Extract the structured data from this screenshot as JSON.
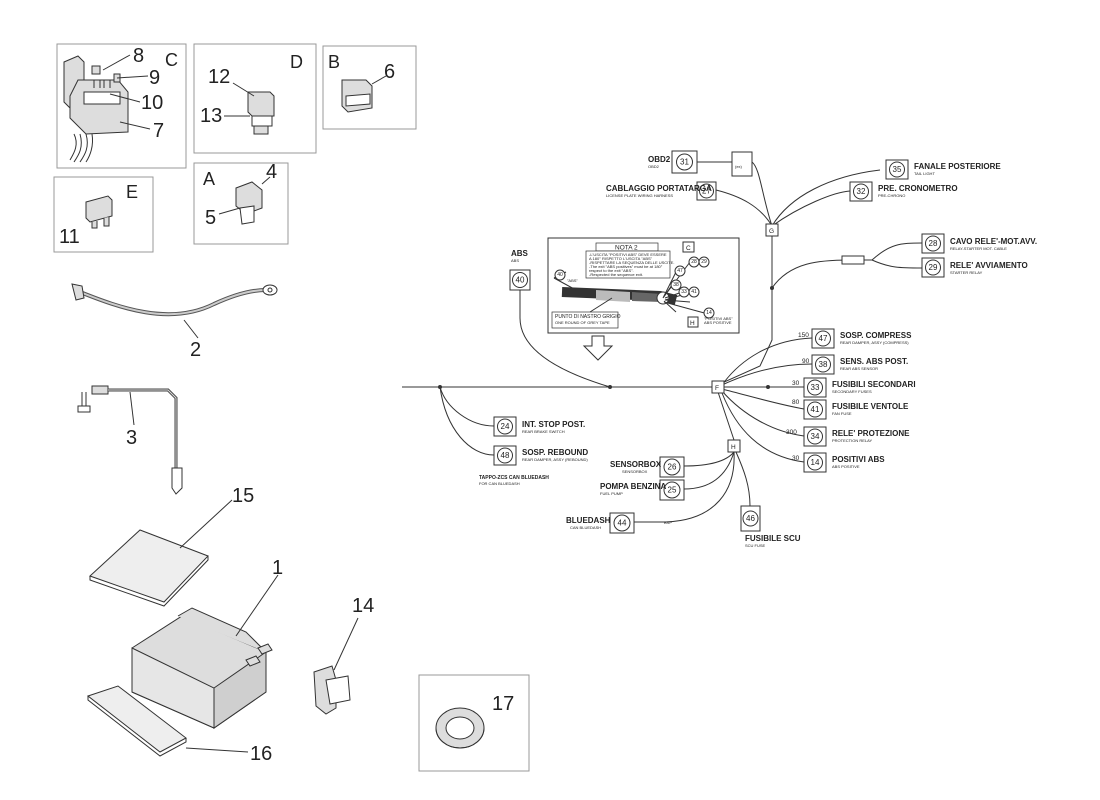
{
  "parts": {
    "p1": "1",
    "p2": "2",
    "p3": "3",
    "p4": "4",
    "p5": "5",
    "p6": "6",
    "p7": "7",
    "p8": "8",
    "p9": "9",
    "p10": "10",
    "p11": "11",
    "p12": "12",
    "p13": "13",
    "p14": "14",
    "p15": "15",
    "p16": "16",
    "p17": "17"
  },
  "groups": {
    "A": "A",
    "B": "B",
    "C": "C",
    "D": "D",
    "E": "E"
  },
  "nodes": {
    "G": "G",
    "F": "F",
    "H": "H"
  },
  "connectors": [
    {
      "num": "31",
      "label": "OBD2",
      "sub": "OBD2"
    },
    {
      "num": "27",
      "label": "CABLAGGIO PORTATARGA",
      "sub": "LICENSE PLATE WIRING HARNESS"
    },
    {
      "num": "35",
      "label": "FANALE POSTERIORE",
      "sub": "TAIL LIGHT"
    },
    {
      "num": "32",
      "label": "PRE. CRONOMETRO",
      "sub": "PRE-CHRONO"
    },
    {
      "num": "28",
      "label": "CAVO RELE'-MOT.AVV.",
      "sub": "RELAY-STARTER MOT. CABLE"
    },
    {
      "num": "29",
      "label": "RELE' AVVIAMENTO",
      "sub": "STARTER RELAY"
    },
    {
      "num": "40",
      "label": "ABS",
      "sub": "ABS"
    },
    {
      "num": "47",
      "label": "SOSP. COMPRESS",
      "sub": "REAR DAMPER, ASSY (COMPRESS)",
      "len": "150"
    },
    {
      "num": "38",
      "label": "SENS. ABS POST.",
      "sub": "REAR ABS SENSOR",
      "len": "90"
    },
    {
      "num": "33",
      "label": "FUSIBILI SECONDARI",
      "sub": "SECONDARY FUSES",
      "len": "30"
    },
    {
      "num": "41",
      "label": "FUSIBILE VENTOLE",
      "sub": "FAN FUSE",
      "len": "80"
    },
    {
      "num": "34",
      "label": "RELE' PROTEZIONE",
      "sub": "PROTECTION RELAY",
      "len": "300"
    },
    {
      "num": "14",
      "label": "POSITIVI ABS",
      "sub": "ABS POSITIVE",
      "len": "30"
    },
    {
      "num": "24",
      "label": "INT. STOP POST.",
      "sub": "REAR BRAKE SWITCH"
    },
    {
      "num": "48",
      "label": "SOSP. REBOUND",
      "sub": "REAR DAMPER, ASSY (REBOUND)"
    },
    {
      "num": "26",
      "label": "SENSORBOX",
      "sub": "SENSORBOX"
    },
    {
      "num": "25",
      "label": "POMPA BENZINA",
      "sub": "FUEL PUMP"
    },
    {
      "num": "44",
      "label": "BLUEDASH",
      "sub": "CAN BLUEDASH"
    },
    {
      "num": "46",
      "label": "FUSIBILE SCU",
      "sub": "SCU FUSE"
    }
  ],
  "notes": {
    "tappo": "TAPPO-ZCS CAN BLUEDASH",
    "tappo_sub": "FOR CAN BLUEDASH",
    "obd_box": "(ex)",
    "bluedash_tag": "BSP"
  },
  "inset": {
    "title": "NOTA 2",
    "node": "C",
    "node_h": "H",
    "text": [
      "-L'USCITA \"POSITIVI ABS\" DEVE ESSERE",
      "A 180° RISPETTO L'USCITA \"ABS\"",
      "-RISPETTARE LA SEQUENZA DELLE USCITE.",
      "-The exit \"ABS positives\" must be at 180°",
      " respect to the exit \"ABS\".",
      "-Respected the sequence exit."
    ],
    "tape_label": "PUNTO DI NASTRO GRIGIO",
    "tape_sub": "ONE ROUND OF GREY TAPE",
    "nums": [
      "40",
      "47",
      "38",
      "33",
      "41",
      "14",
      "28",
      "29"
    ],
    "small_a": "\"ABS\"",
    "small_b": "\"POSITIVI ABS\"",
    "small_c": "ABS POSITIVE"
  }
}
